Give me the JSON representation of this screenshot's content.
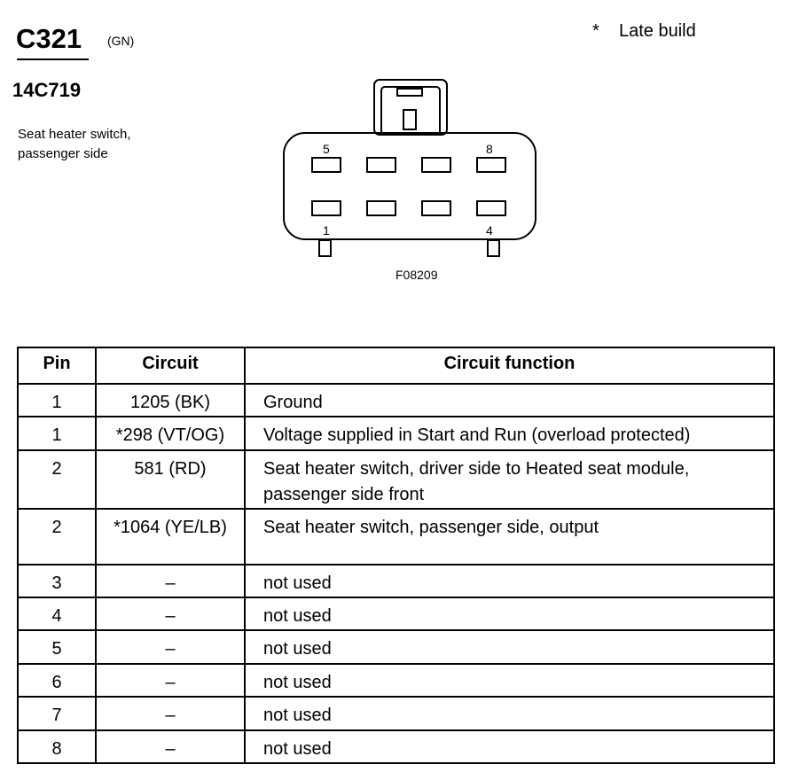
{
  "header": {
    "connector_id": "C321",
    "connector_color": "(GN)",
    "part_number": "14C719",
    "description_lines": [
      "Seat heater switch,",
      "passenger side"
    ],
    "note_symbol": "*",
    "note_text": "Late build"
  },
  "diagram": {
    "figure_id": "F08209",
    "pin_labels": {
      "top_left": "5",
      "top_right": "8",
      "bottom_left": "1",
      "bottom_right": "4"
    }
  },
  "table": {
    "headers": [
      "Pin",
      "Circuit",
      "Circuit function"
    ],
    "rows": [
      {
        "pin": "1",
        "circuit": "1205 (BK)",
        "function": "Ground"
      },
      {
        "pin": "1",
        "circuit": "*298 (VT/OG)",
        "function": "Voltage supplied in Start and Run (overload protected)"
      },
      {
        "pin": "2",
        "circuit": "581 (RD)",
        "function": "Seat heater switch, driver side to Heated seat module, passenger side front"
      },
      {
        "pin": "2",
        "circuit": "*1064 (YE/LB)",
        "function": "Seat heater switch, passenger side, output"
      },
      {
        "pin": "3",
        "circuit": "–",
        "function": "not used"
      },
      {
        "pin": "4",
        "circuit": "–",
        "function": "not used"
      },
      {
        "pin": "5",
        "circuit": "–",
        "function": "not used"
      },
      {
        "pin": "6",
        "circuit": "–",
        "function": "not used"
      },
      {
        "pin": "7",
        "circuit": "–",
        "function": "not used"
      },
      {
        "pin": "8",
        "circuit": "–",
        "function": "not used"
      }
    ]
  }
}
